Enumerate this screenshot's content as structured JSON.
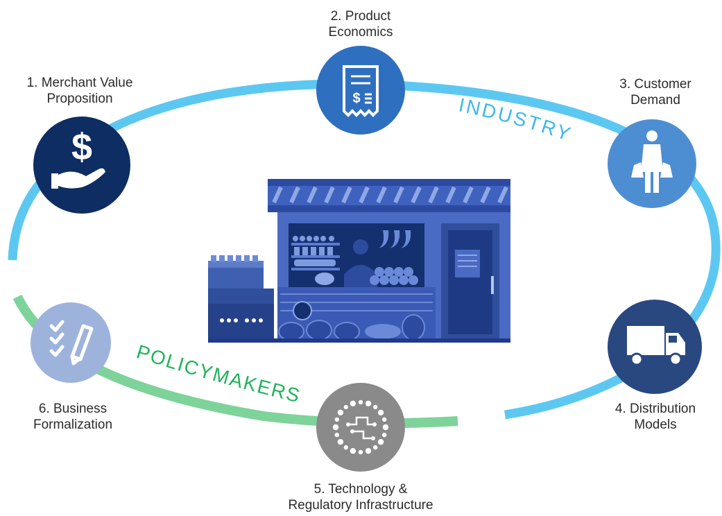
{
  "arcs": {
    "industry_label": "INDUSTRY",
    "policymakers_label": "POLICYMAKERS",
    "industry_color": "#5cc8f2",
    "policymakers_color": "#7ed39a"
  },
  "nodes": [
    {
      "line1": "1. Merchant Value",
      "line2": "Proposition",
      "color": "#0e2d62",
      "icon": "dollar-hand-icon"
    },
    {
      "line1": "2. Product",
      "line2": "Economics",
      "color": "#2f6fbf",
      "icon": "receipt-icon"
    },
    {
      "line1": "3. Customer",
      "line2": "Demand",
      "color": "#4d8ed2",
      "icon": "shopper-icon"
    },
    {
      "line1": "4. Distribution",
      "line2": "Models",
      "color": "#2a4880",
      "icon": "truck-icon"
    },
    {
      "line1": "5. Technology &",
      "line2": "Regulatory Infrastructure",
      "color": "#8a8a8a",
      "icon": "circuit-icon"
    },
    {
      "line1": "6. Business",
      "line2": "Formalization",
      "color": "#9db3dc",
      "icon": "checklist-pencil-icon"
    }
  ],
  "center": {
    "icon": "market-stall-icon",
    "color": "#3f5fb0"
  }
}
